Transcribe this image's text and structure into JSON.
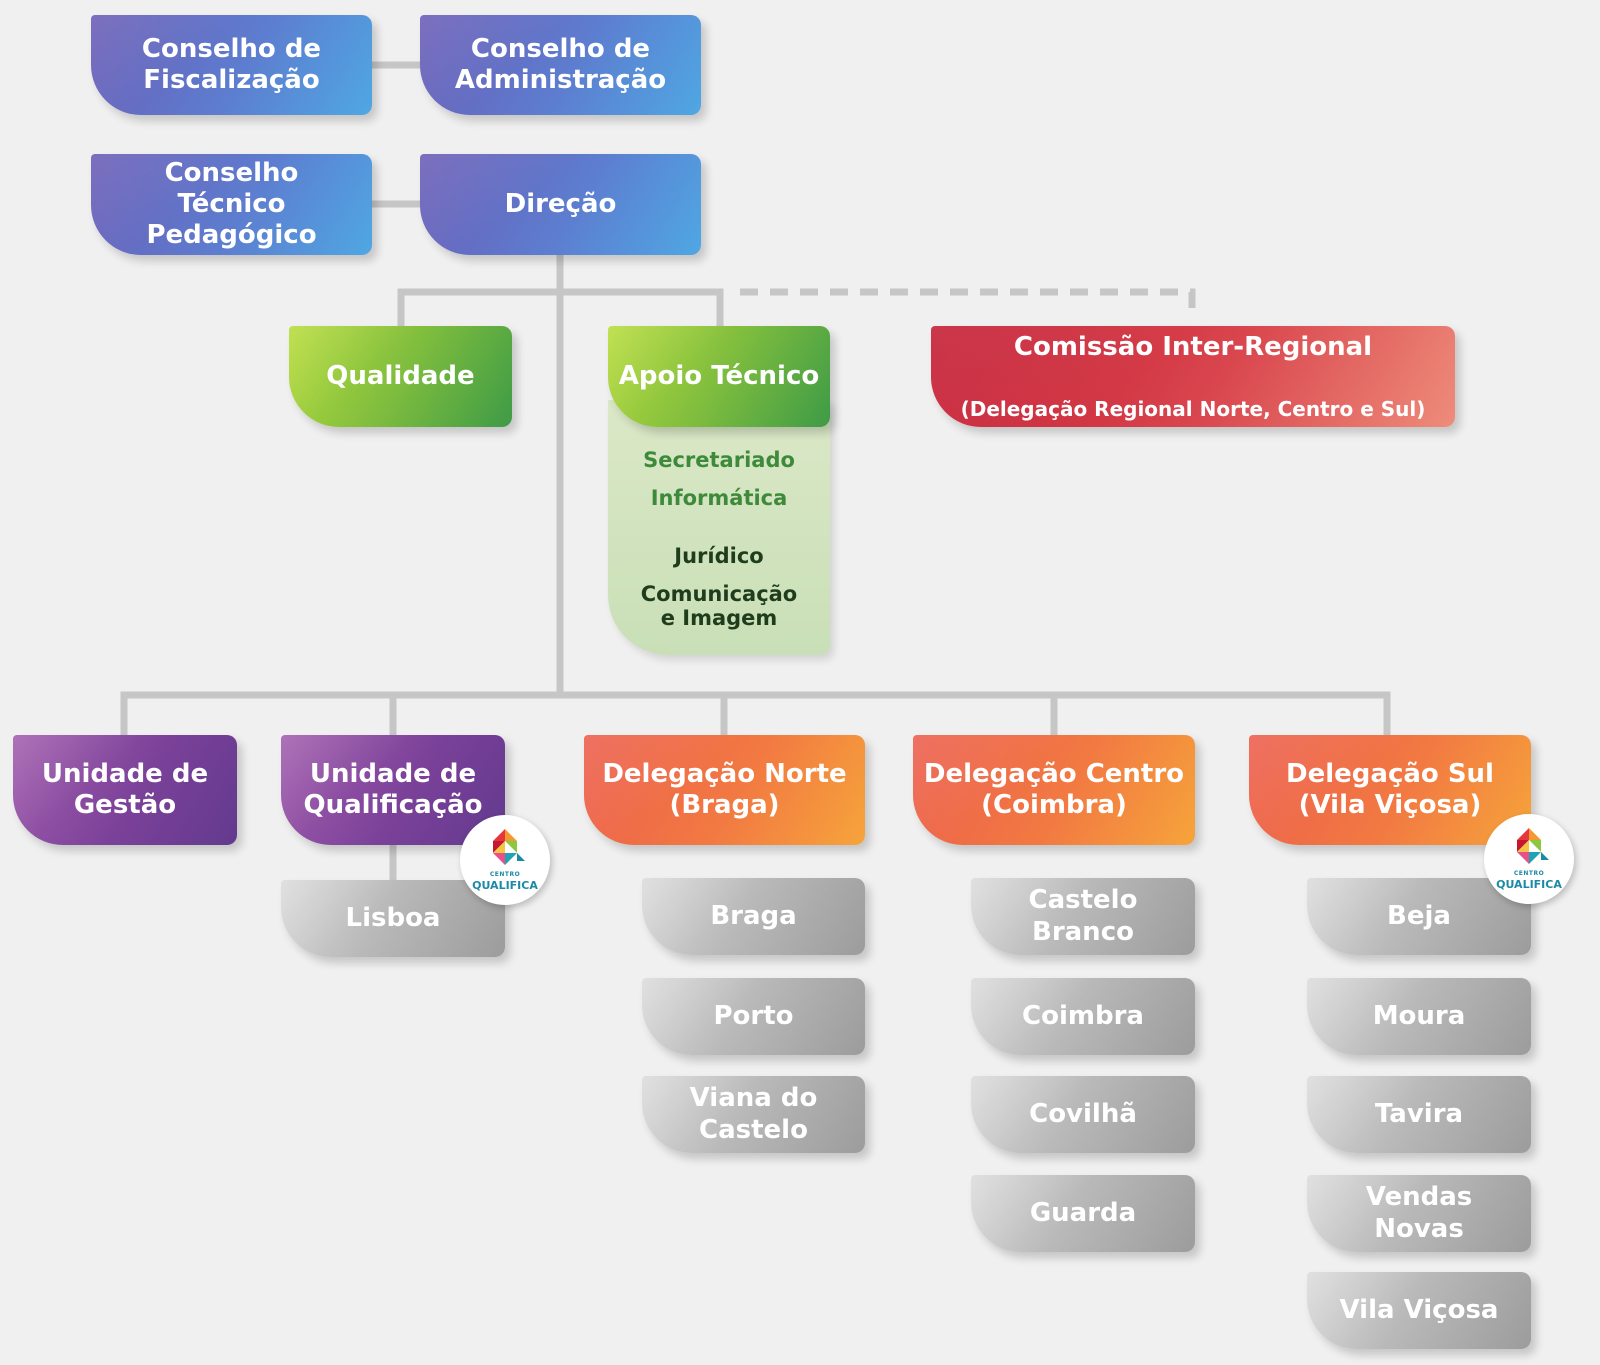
{
  "colors": {
    "connector": "#c6c6c6",
    "governance": "#5d7ed0",
    "quality": "#7fbd3e",
    "regional_commission": "#d9464e",
    "units": "#7b4199",
    "delegations": "#f27a42",
    "local": "#b9b9b9"
  },
  "governance": {
    "fiscal_council": "Conselho de\nFiscalização",
    "board": "Conselho de\nAdministração",
    "pedagogical_council": "Conselho\nTécnico\nPedagógico",
    "direction": "Direção"
  },
  "quality": "Qualidade",
  "technical_support": {
    "title": "Apoio Técnico",
    "items": [
      "Secretariado",
      "Informática",
      "Jurídico",
      "Comunicação\ne Imagem"
    ]
  },
  "regional_commission": {
    "title": "Comissão Inter-Regional",
    "subtitle": "(Delegação Regional Norte, Centro e Sul)"
  },
  "units": {
    "management": "Unidade de\nGestão",
    "qualification": "Unidade de\nQualificação",
    "qualification_sites": [
      "Lisboa"
    ]
  },
  "delegations": [
    {
      "name": "Delegação Norte\n(Braga)",
      "sites": [
        "Braga",
        "Porto",
        "Viana do\nCastelo"
      ]
    },
    {
      "name": "Delegação Centro\n(Coimbra)",
      "sites": [
        "Castelo\nBranco",
        "Coimbra",
        "Covilhã",
        "Guarda"
      ]
    },
    {
      "name": "Delegação Sul\n(Vila Viçosa)",
      "sites": [
        "Beja",
        "Moura",
        "Tavira",
        "Vendas Novas",
        "Vila Viçosa"
      ]
    }
  ],
  "badge": {
    "icon": "centro-qualifica-logo-icon",
    "line1": "CENTRO",
    "line2": "QUALIFICA"
  }
}
